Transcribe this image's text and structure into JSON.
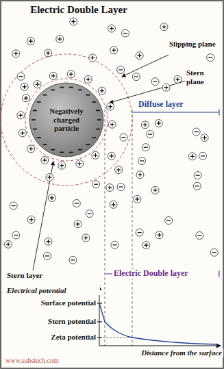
{
  "diagram": {
    "title": "Electric Double Layer",
    "nodes": [
      {
        "text": [
          "Negatively charged particle"
        ]
      }
    ],
    "labels": [
      "Slipping plane",
      "Stern plane",
      "Diffuse layer",
      "Stern layer",
      "Electric Double layer",
      "Electrical potential",
      "Surface potential",
      "Stern potential",
      "Zeta potential",
      "Distance from the surface",
      "www.substech.com"
    ]
  }
}
